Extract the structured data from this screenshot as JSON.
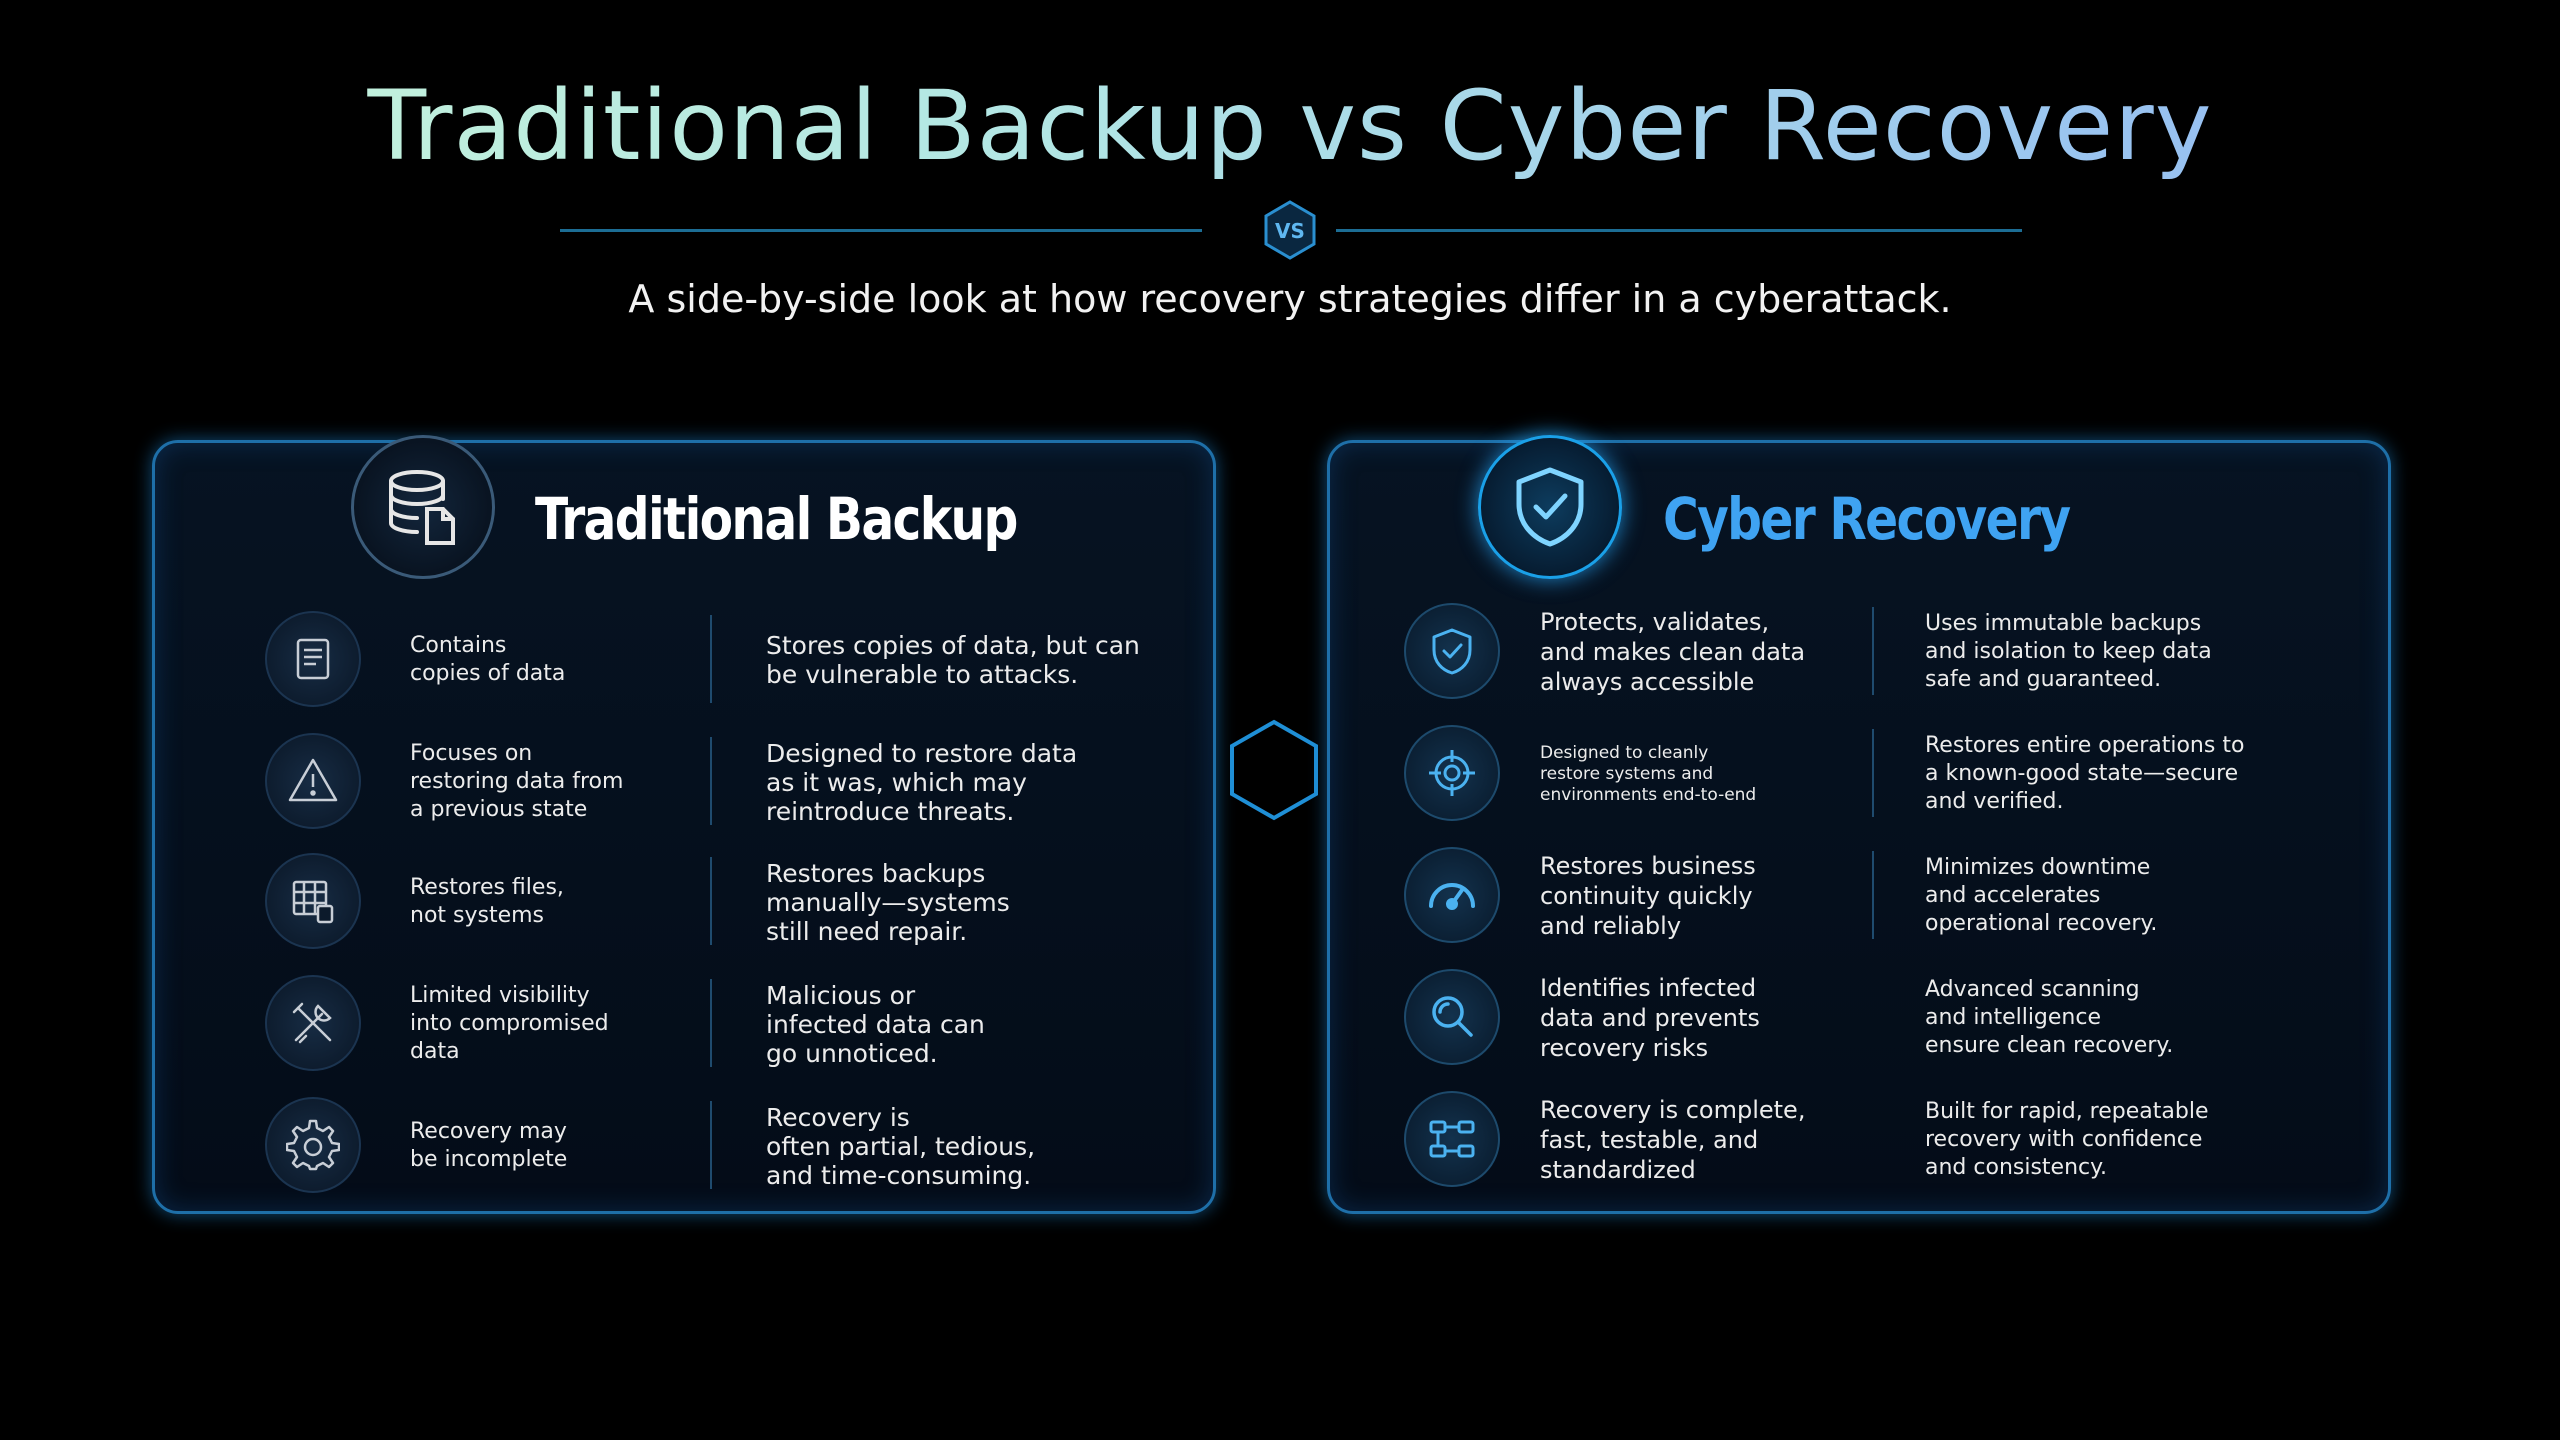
{
  "header": {
    "title": "Traditional Backup vs Cyber Recovery",
    "vs_badge": "VS",
    "subtitle": "A side-by-side look at how recovery\nstrategies differ in a cyberattack."
  },
  "colors": {
    "accent": "#3fa3f2",
    "card_border": "#1e6fa8",
    "background": "#000000"
  },
  "traditional": {
    "title": "Traditional Backup",
    "hero_icon": "database-file-icon",
    "rows": [
      {
        "icon": "document-icon",
        "feature": "Contains\ncopies of data",
        "description": "Stores copies of data, but can\nbe vulnerable to attacks."
      },
      {
        "icon": "warning-icon",
        "feature": "Focuses on\nrestoring data from\na previous state",
        "description": "Designed to restore data\nas it was, which may\nreintroduce threats."
      },
      {
        "icon": "file-grid-icon",
        "feature": "Restores files,\nnot systems",
        "description": "Restores backups\nmanually—systems\nstill need repair."
      },
      {
        "icon": "tools-icon",
        "feature": "Limited visibility\ninto compromised\ndata",
        "description": "Malicious or\ninfected data can\ngo unnoticed."
      },
      {
        "icon": "gear-icon",
        "feature": "Recovery may\nbe incomplete",
        "description": "Recovery is\noften partial, tedious,\nand time-consuming."
      }
    ]
  },
  "cyber": {
    "title": "Cyber Recovery",
    "hero_icon": "shield-check-icon",
    "rows": [
      {
        "icon": "shield-check-icon",
        "feature": "Protects, validates,\nand makes clean data\nalways accessible",
        "description": "Uses immutable backups\nand isolation to keep data\nsafe and guaranteed."
      },
      {
        "icon": "target-icon",
        "feature": "Designed to cleanly\nrestore systems and\nenvironments end-to-end",
        "description": "Restores entire operations to\na known-good state—secure\nand verified."
      },
      {
        "icon": "speedometer-icon",
        "feature": "Restores business\ncontinuity quickly\nand reliably",
        "description": "Minimizes downtime\nand accelerates\noperational recovery."
      },
      {
        "icon": "magnifier-icon",
        "feature": "Identifies infected\ndata and prevents\nrecovery risks",
        "description": "Advanced scanning\nand intelligence\nensure clean recovery."
      },
      {
        "icon": "workflow-icon",
        "feature": "Recovery is complete,\nfast, testable, and\nstandardized",
        "description": "Built for rapid, repeatable\nrecovery with confidence\nand consistency."
      }
    ]
  }
}
